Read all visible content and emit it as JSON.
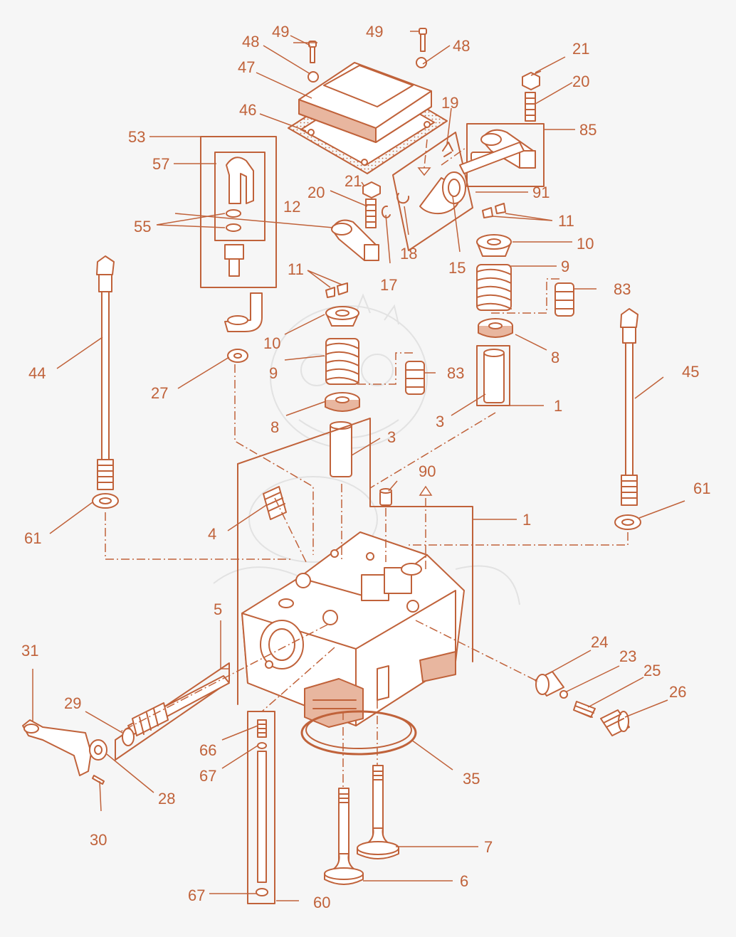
{
  "colors": {
    "line": "#c0623a",
    "fill_light": "#ffffff",
    "shade": "#e8b69f",
    "background": "#f6f6f6",
    "watermark": "#e2e2e2"
  },
  "callouts": [
    {
      "id": "c49a",
      "label": "49"
    },
    {
      "id": "c49b",
      "label": "49"
    },
    {
      "id": "c48a",
      "label": "48"
    },
    {
      "id": "c48b",
      "label": "48"
    },
    {
      "id": "c47",
      "label": "47"
    },
    {
      "id": "c46",
      "label": "46"
    },
    {
      "id": "c53",
      "label": "53"
    },
    {
      "id": "c57",
      "label": "57"
    },
    {
      "id": "c55",
      "label": "55"
    },
    {
      "id": "c21a",
      "label": "21"
    },
    {
      "id": "c21b",
      "label": "21"
    },
    {
      "id": "c20a",
      "label": "20"
    },
    {
      "id": "c20b",
      "label": "20"
    },
    {
      "id": "c19",
      "label": "19"
    },
    {
      "id": "c85",
      "label": "85"
    },
    {
      "id": "c91",
      "label": "91"
    },
    {
      "id": "c12",
      "label": "12"
    },
    {
      "id": "c18",
      "label": "18"
    },
    {
      "id": "c15",
      "label": "15"
    },
    {
      "id": "c17",
      "label": "17"
    },
    {
      "id": "c11a",
      "label": "11"
    },
    {
      "id": "c11b",
      "label": "11"
    },
    {
      "id": "c10a",
      "label": "10"
    },
    {
      "id": "c10b",
      "label": "10"
    },
    {
      "id": "c9a",
      "label": "9"
    },
    {
      "id": "c9b",
      "label": "9"
    },
    {
      "id": "c83a",
      "label": "83"
    },
    {
      "id": "c83b",
      "label": "83"
    },
    {
      "id": "c8a",
      "label": "8"
    },
    {
      "id": "c8b",
      "label": "8"
    },
    {
      "id": "c44",
      "label": "44"
    },
    {
      "id": "c45",
      "label": "45"
    },
    {
      "id": "c27",
      "label": "27"
    },
    {
      "id": "c3a",
      "label": "3"
    },
    {
      "id": "c3b",
      "label": "3"
    },
    {
      "id": "c1a",
      "label": "1"
    },
    {
      "id": "c1b",
      "label": "1"
    },
    {
      "id": "c90",
      "label": "90"
    },
    {
      "id": "c4",
      "label": "4"
    },
    {
      "id": "c61a",
      "label": "61"
    },
    {
      "id": "c61b",
      "label": "61"
    },
    {
      "id": "c5",
      "label": "5"
    },
    {
      "id": "c31",
      "label": "31"
    },
    {
      "id": "c29",
      "label": "29"
    },
    {
      "id": "c28",
      "label": "28"
    },
    {
      "id": "c30",
      "label": "30"
    },
    {
      "id": "c66",
      "label": "66"
    },
    {
      "id": "c67a",
      "label": "67"
    },
    {
      "id": "c67b",
      "label": "67"
    },
    {
      "id": "c60",
      "label": "60"
    },
    {
      "id": "c24",
      "label": "24"
    },
    {
      "id": "c23",
      "label": "23"
    },
    {
      "id": "c25",
      "label": "25"
    },
    {
      "id": "c26",
      "label": "26"
    },
    {
      "id": "c35",
      "label": "35"
    },
    {
      "id": "c7",
      "label": "7"
    },
    {
      "id": "c6",
      "label": "6"
    }
  ]
}
